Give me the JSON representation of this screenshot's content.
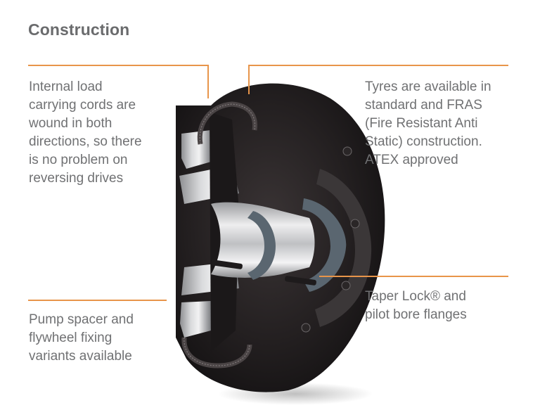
{
  "title": "Construction",
  "accent_color": "#e8954a",
  "callouts": {
    "cords": {
      "lines": [
        "Internal load",
        "carrying cords are",
        "wound in both",
        "directions, so there",
        "is no problem on",
        "reversing drives"
      ]
    },
    "tyres": {
      "lines": [
        "Tyres are available in",
        "standard and FRAS",
        "(Fire Resistant Anti",
        "Static) construction.",
        "ATEX approved"
      ]
    },
    "pump": {
      "lines": [
        "Pump spacer and",
        "flywheel fixing",
        "variants available"
      ]
    },
    "taper": {
      "lines": [
        "Taper Lock® and",
        "pilot bore flanges"
      ]
    }
  },
  "image": {
    "subject": "cutaway-tyre-coupling-illustration"
  }
}
